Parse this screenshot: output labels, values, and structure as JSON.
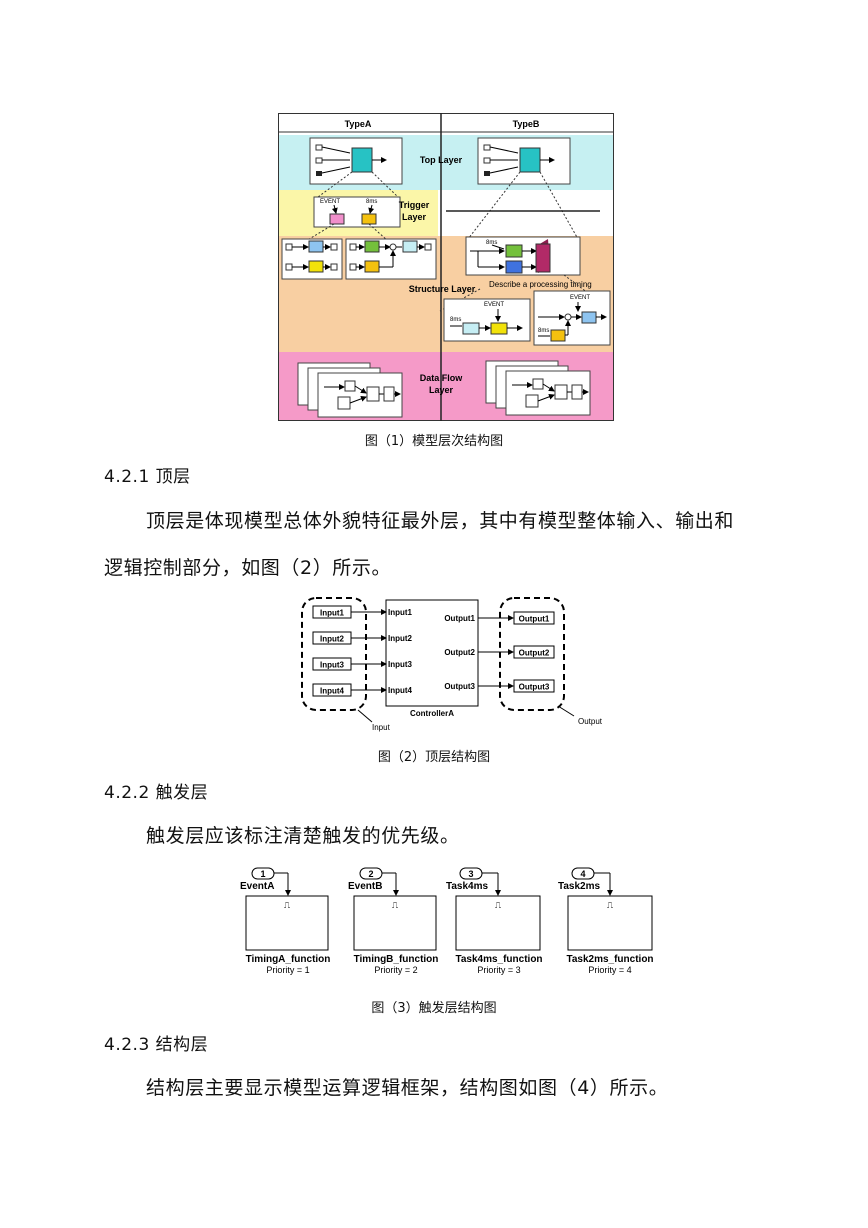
{
  "figure1": {
    "col_a": "TypeA",
    "col_b": "TypeB",
    "top_layer": "Top Layer",
    "trigger_layer_1": "Trigger",
    "trigger_layer_2": "Layer",
    "structure_layer": "Structure Layer",
    "data_flow_1": "Data Flow",
    "data_flow_2": "Layer",
    "event_a": "EVENT",
    "ms_a": "8ms",
    "ms_b": "8ms",
    "describe": "Describe a processing timing",
    "event_b1": "EVENT",
    "ms_b1": "8ms",
    "event_b2": "EVENT",
    "ms_b2": "8ms",
    "caption": "图（1）模型层次结构图",
    "colors": {
      "top": "#c6f0f2",
      "trigger": "#fbf6a8",
      "structure": "#f8cfa2",
      "dataflow": "#f59ac8"
    }
  },
  "sec421": {
    "heading": "4.2.1 顶层"
  },
  "para1": {
    "line1": "顶层是体现模型总体外貌特征最外层，其中有模型整体输入、输出和",
    "line2": "逻辑控制部分，如图（2）所示。"
  },
  "figure2": {
    "inputs": [
      "Input1",
      "Input2",
      "Input3",
      "Input4"
    ],
    "block_inputs": [
      "Input1",
      "Input2",
      "Input3",
      "Input4"
    ],
    "block_outputs": [
      "Output1",
      "Output2",
      "Output3"
    ],
    "outputs": [
      "Output1",
      "Output2",
      "Output3"
    ],
    "block_name": "ControllerA",
    "input_group": "Input",
    "output_group": "Output",
    "caption": "图（2）顶层结构图"
  },
  "sec422": {
    "heading": "4.2.2 触发层"
  },
  "para2": {
    "line1": "触发层应该标注清楚触发的优先级。"
  },
  "figure3": {
    "blocks": [
      {
        "num": "1",
        "trigger": "EventA",
        "name": "TimingA_function",
        "priority": "Priority = 1"
      },
      {
        "num": "2",
        "trigger": "EventB",
        "name": "TimingB_function",
        "priority": "Priority = 2"
      },
      {
        "num": "3",
        "trigger": "Task4ms",
        "name": "Task4ms_function",
        "priority": "Priority = 3"
      },
      {
        "num": "4",
        "trigger": "Task2ms",
        "name": "Task2ms_function",
        "priority": "Priority = 4"
      }
    ],
    "caption": "图（3）触发层结构图"
  },
  "sec423": {
    "heading": "4.2.3 结构层"
  },
  "para3": {
    "line1": "结构层主要显示模型运算逻辑框架，结构图如图（4）所示。"
  }
}
